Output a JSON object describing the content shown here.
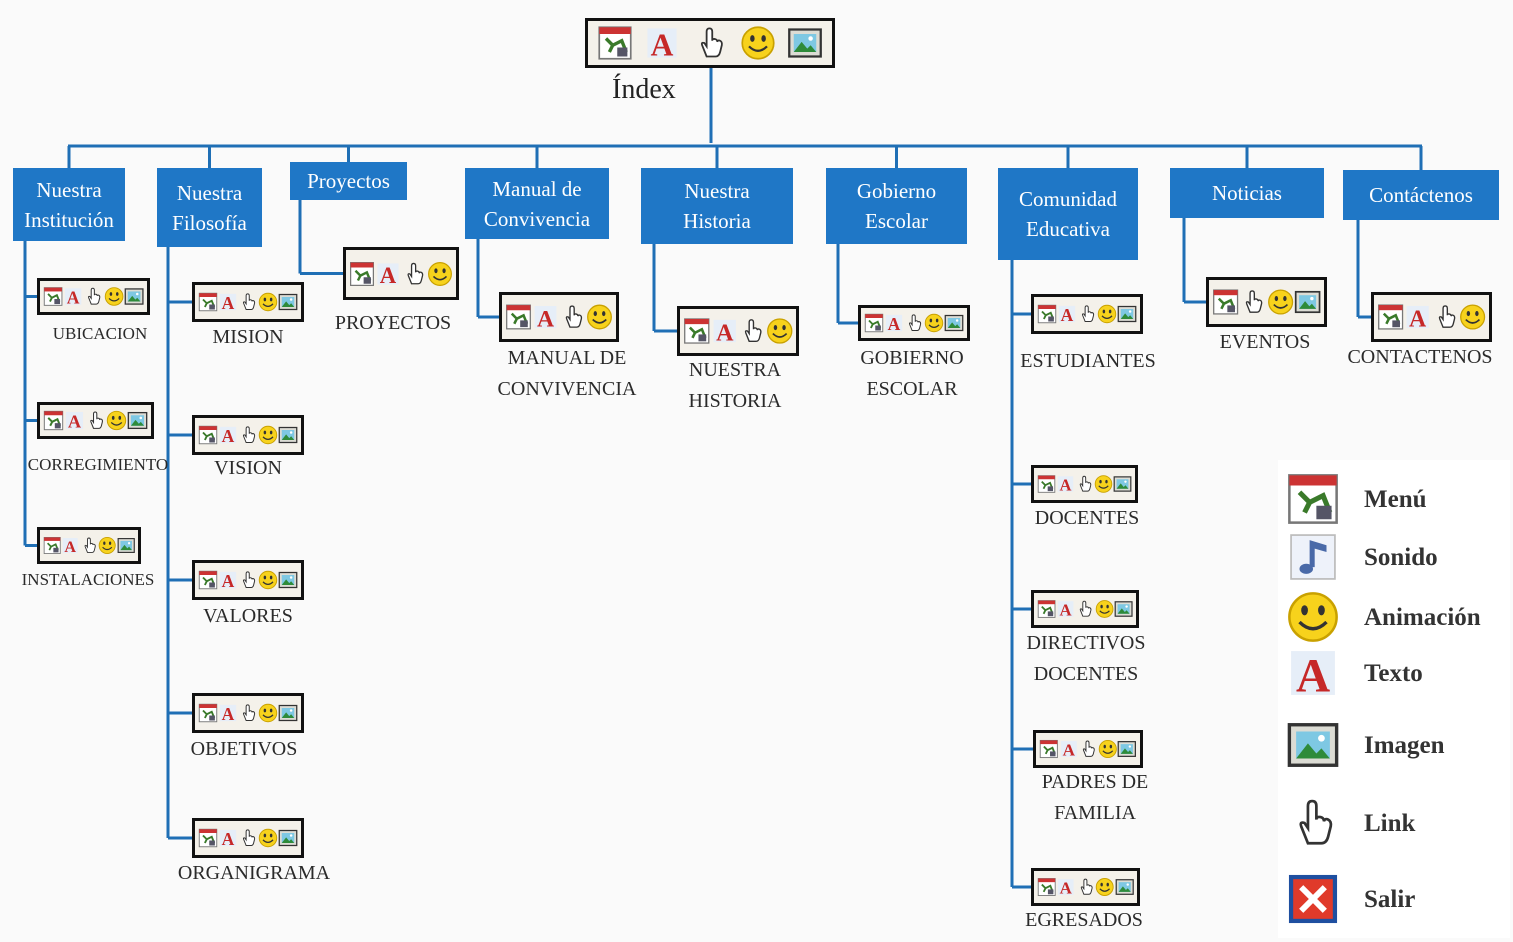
{
  "root": {
    "label": "Índex"
  },
  "sections": [
    {
      "id": "institucion",
      "title": "Nuestra\nInstitución",
      "pages": [
        "UBICACION",
        "CORREGIMIENTO",
        "INSTALACIONES"
      ]
    },
    {
      "id": "filosofia",
      "title": "Nuestra\nFilosofía",
      "pages": [
        "MISION",
        "VISION",
        "VALORES",
        "OBJETIVOS",
        "ORGANIGRAMA"
      ]
    },
    {
      "id": "proyectos",
      "title": "Proyectos",
      "pages": [
        "PROYECTOS"
      ]
    },
    {
      "id": "manual",
      "title": "Manual de\nConvivencia",
      "pages": [
        "MANUAL DE\nCONVIVENCIA"
      ]
    },
    {
      "id": "historia",
      "title": "Nuestra\nHistoria",
      "pages": [
        "NUESTRA\nHISTORIA"
      ]
    },
    {
      "id": "gobierno",
      "title": "Gobierno\nEscolar",
      "pages": [
        "GOBIERNO\nESCOLAR"
      ]
    },
    {
      "id": "comunidad",
      "title": "Comunidad\nEducativa",
      "pages": [
        "ESTUDIANTES",
        "DOCENTES",
        "DIRECTIVOS\nDOCENTES",
        "PADRES DE\nFAMILIA",
        "EGRESADOS"
      ]
    },
    {
      "id": "noticias",
      "title": "Noticias",
      "pages": [
        "EVENTOS"
      ]
    },
    {
      "id": "contactenos",
      "title": "Contáctenos",
      "pages": [
        "CONTACTENOS"
      ]
    }
  ],
  "legend": [
    {
      "icon": "menu-icon",
      "label": "Menú"
    },
    {
      "icon": "sound-icon",
      "label": "Sonido"
    },
    {
      "icon": "animation-icon",
      "label": "Animación"
    },
    {
      "icon": "text-icon",
      "label": "Texto"
    },
    {
      "icon": "image-icon",
      "label": "Imagen"
    },
    {
      "icon": "link-icon",
      "label": "Link"
    },
    {
      "icon": "exit-icon",
      "label": "Salir"
    }
  ],
  "colors": {
    "node": "#1f77c6",
    "line": "#1f6fb5"
  }
}
